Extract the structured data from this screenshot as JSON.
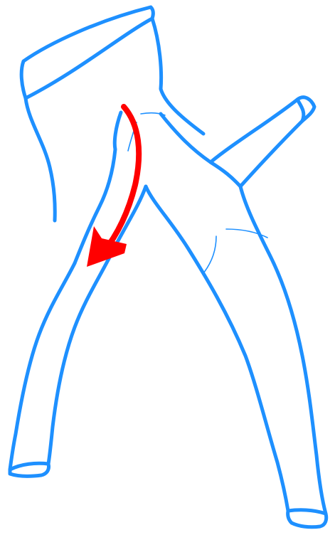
{
  "colors": {
    "background": "#ffffff",
    "vessel_outline": "#1e90ff",
    "flow_arrow": "#ff0000"
  },
  "diagram": {
    "elements": [
      "vessel-outline",
      "vessel-cross-sections",
      "flow-arrow"
    ]
  }
}
